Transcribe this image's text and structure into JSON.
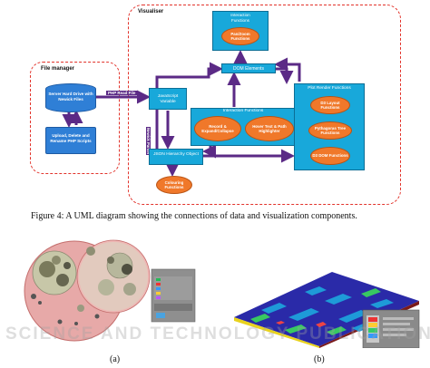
{
  "diagram": {
    "visualiser_label": "Visualiser",
    "file_manager_label": "File manager",
    "interaction_functions_top": "Interaction Functions",
    "pan_zoom": "Pan/Zoom Functions",
    "dom_elements": "DOM Elements",
    "server": "Server Hard Drive with Newick Files",
    "php_read": "PHP Read File",
    "js_variable": "JavaScript Variable",
    "upload": "Upload, Delete and Rename PHP Scripts",
    "newick_parser": "Newick Parser",
    "interaction_functions_mid": "Interaction Functions",
    "record": "Record & Expand/Collapse",
    "hover": "Hover Text & Path Highlighter",
    "json": "JSON Hierarchy Object",
    "colouring": "Colouring Functions",
    "plot_render": "Plot Render Functions",
    "d3_layout": "D3 Layout Functions",
    "pythagoras": "Pythagoras Tree Functions",
    "d3_dom": "D3 DOM Functions"
  },
  "figure_caption": "Figure 4:  A UML diagram showing the connections of data and visualization components.",
  "sub_a": "(a)",
  "sub_b": "(b)",
  "watermark_line": "SCIENCE AND TECHNOLOGY PUBLICATIONS"
}
